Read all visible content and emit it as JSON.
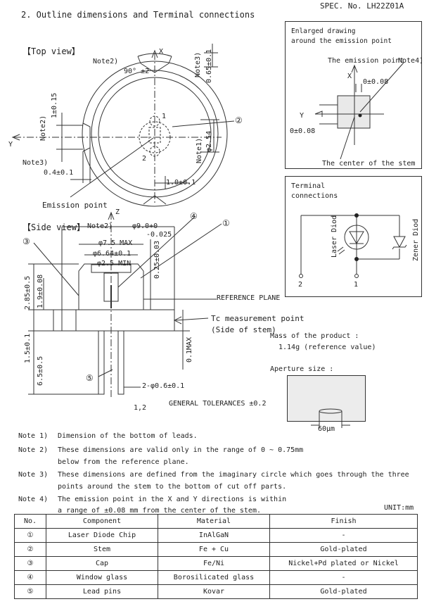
{
  "spec_no": "SPEC. No. LH22Z01A",
  "section_title": "2. Outline dimensions and Terminal connections",
  "top_view": {
    "label": "【Top view】",
    "axis_x": "X",
    "axis_y": "Y",
    "note2_angle": "Note2)",
    "angle": "90° ±2",
    "note3_top": "Note3)",
    "dim_065": "0.65±0.1",
    "note2_left": "Note2)",
    "dim_1": "1±0.15",
    "note1": "Note1)",
    "dim_254": "φ2.54",
    "pin1": "1",
    "pin2": "2",
    "callout2": "②",
    "note3_bottom": "Note3)",
    "dim_04": "0.4±0.1",
    "dim_10": "1.0±0.1"
  },
  "emission_label": "Emission point",
  "side_view": {
    "label": "【Side view】",
    "note2": "Note2)",
    "dim_90": "φ9.0+0",
    "dim_90_tol": "-0.025",
    "axis_z": "Z",
    "dim_75": "φ7.5 MAX",
    "dim_664": "φ6.64±0.1",
    "dim_25": "φ2.5 MIN",
    "dim_025": "0.25±0.03",
    "dim_285": "2.85±0.5",
    "dim_19": "1.9±0.08",
    "dim_15": "1.5±0.1",
    "dim_65": "6.5±0.5",
    "dim_01max": "0.1MAX",
    "dim_06": "2-φ0.6±0.1",
    "callout1": "①",
    "callout3": "③",
    "callout4": "④",
    "callout5": "⑤",
    "ref_plane": "REFERENCE PLANE",
    "pins": "1,2",
    "tolerance": "GENERAL TOLERANCES ±0.2"
  },
  "tc_point": {
    "line1": "Tc measurement point",
    "line2": "(Side of stem)"
  },
  "enlarged": {
    "title1": "Enlarged drawing",
    "title2": "around the emission point",
    "emission": "The emission point",
    "note4": "Note4)",
    "x": "X",
    "y": "Y",
    "dim_x": "0±0.08",
    "dim_y": "0±0.08",
    "center": "The center of the stem"
  },
  "terminal": {
    "title1": "Terminal",
    "title2": "connections",
    "laser": "Laser Diod",
    "zener": "Zener Diod",
    "pin2": "2",
    "pin1": "1"
  },
  "mass": {
    "label": "Mass of the product :",
    "value": "1.14g (reference value)"
  },
  "aperture": {
    "label": "Aperture size :",
    "dim": "60μm"
  },
  "notes": [
    {
      "tag": "Note 1)",
      "text": "Dimension of the bottom of leads."
    },
    {
      "tag": "Note 2)",
      "text": "These dimensions are valid only in the range of 0 ~ 0.75mm"
    },
    {
      "tag": "",
      "text": "below from the reference plane."
    },
    {
      "tag": "Note 3)",
      "text": "These dimensions are defined from the imaginary circle which goes through the three"
    },
    {
      "tag": "",
      "text": "points around the stem to the bottom of cut off parts."
    },
    {
      "tag": "Note 4)",
      "text": "The emission point in the X and Y directions is within"
    },
    {
      "tag": "",
      "text": "a range of ±0.08 mm from the center of the stem."
    }
  ],
  "unit": "UNIT:mm",
  "table": {
    "headers": [
      "No.",
      "Component",
      "Material",
      "Finish"
    ],
    "rows": [
      [
        "①",
        "Laser Diode Chip",
        "InAlGaN",
        "-"
      ],
      [
        "②",
        "Stem",
        "Fe + Cu",
        "Gold-plated"
      ],
      [
        "③",
        "Cap",
        "Fe/Ni",
        "Nickel+Pd plated or Nickel"
      ],
      [
        "④",
        "Window glass",
        "Borosilicated glass",
        "-"
      ],
      [
        "⑤",
        "Lead pins",
        "Kovar",
        "Gold-plated"
      ]
    ]
  }
}
